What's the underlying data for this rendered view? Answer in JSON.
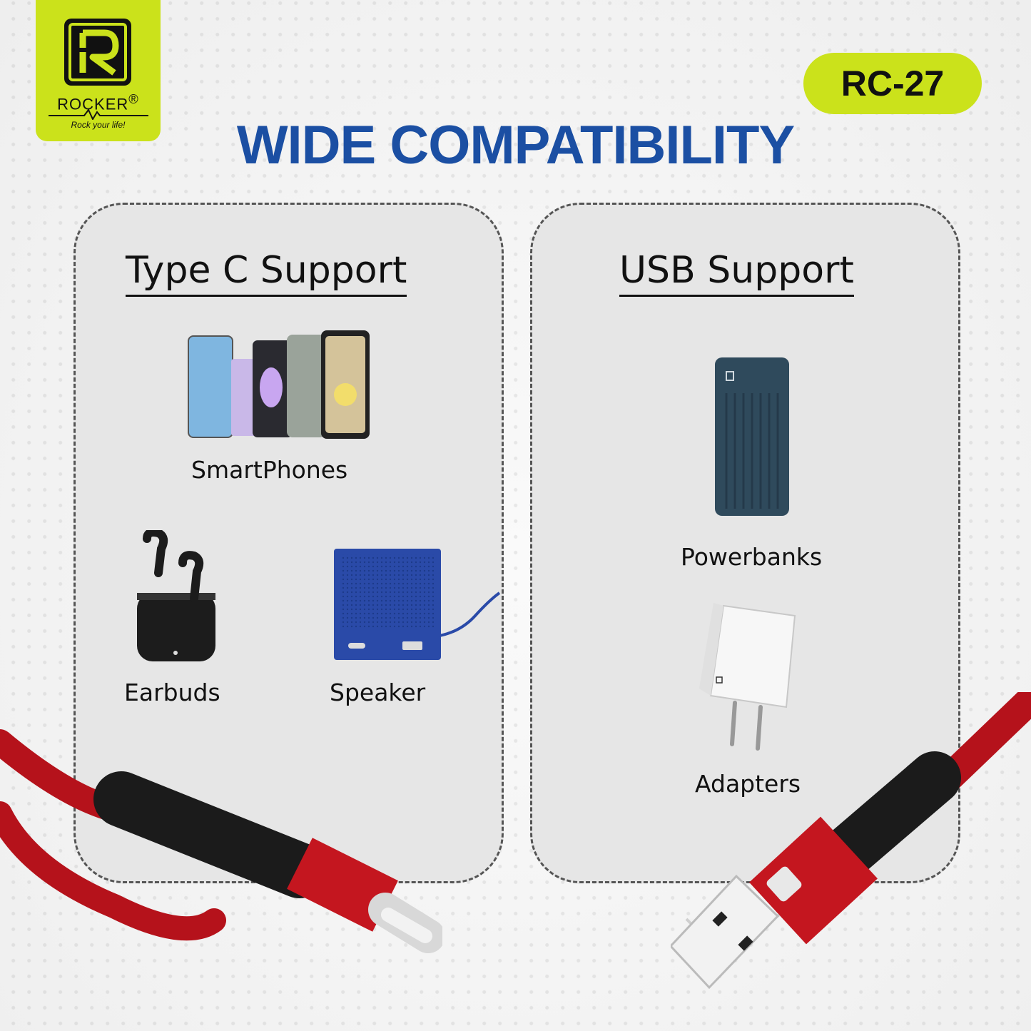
{
  "brand": {
    "name": "ROCKER",
    "registered_mark": "®",
    "tagline": "Rock your life!",
    "accent_color": "#cbe21b"
  },
  "model": "RC-27",
  "headline": "WIDE COMPATIBILITY",
  "headline_color": "#1b4fa3",
  "panels": [
    {
      "title": "Type C Support",
      "items": [
        {
          "label": "SmartPhones",
          "icon": "smartphones-icon"
        },
        {
          "label": "Earbuds",
          "icon": "earbuds-icon"
        },
        {
          "label": "Speaker",
          "icon": "speaker-icon"
        }
      ]
    },
    {
      "title": "USB Support",
      "items": [
        {
          "label": "Powerbanks",
          "icon": "powerbank-icon"
        },
        {
          "label": "Adapters",
          "icon": "adapter-icon"
        }
      ]
    }
  ],
  "cable_color": "#b5121b"
}
